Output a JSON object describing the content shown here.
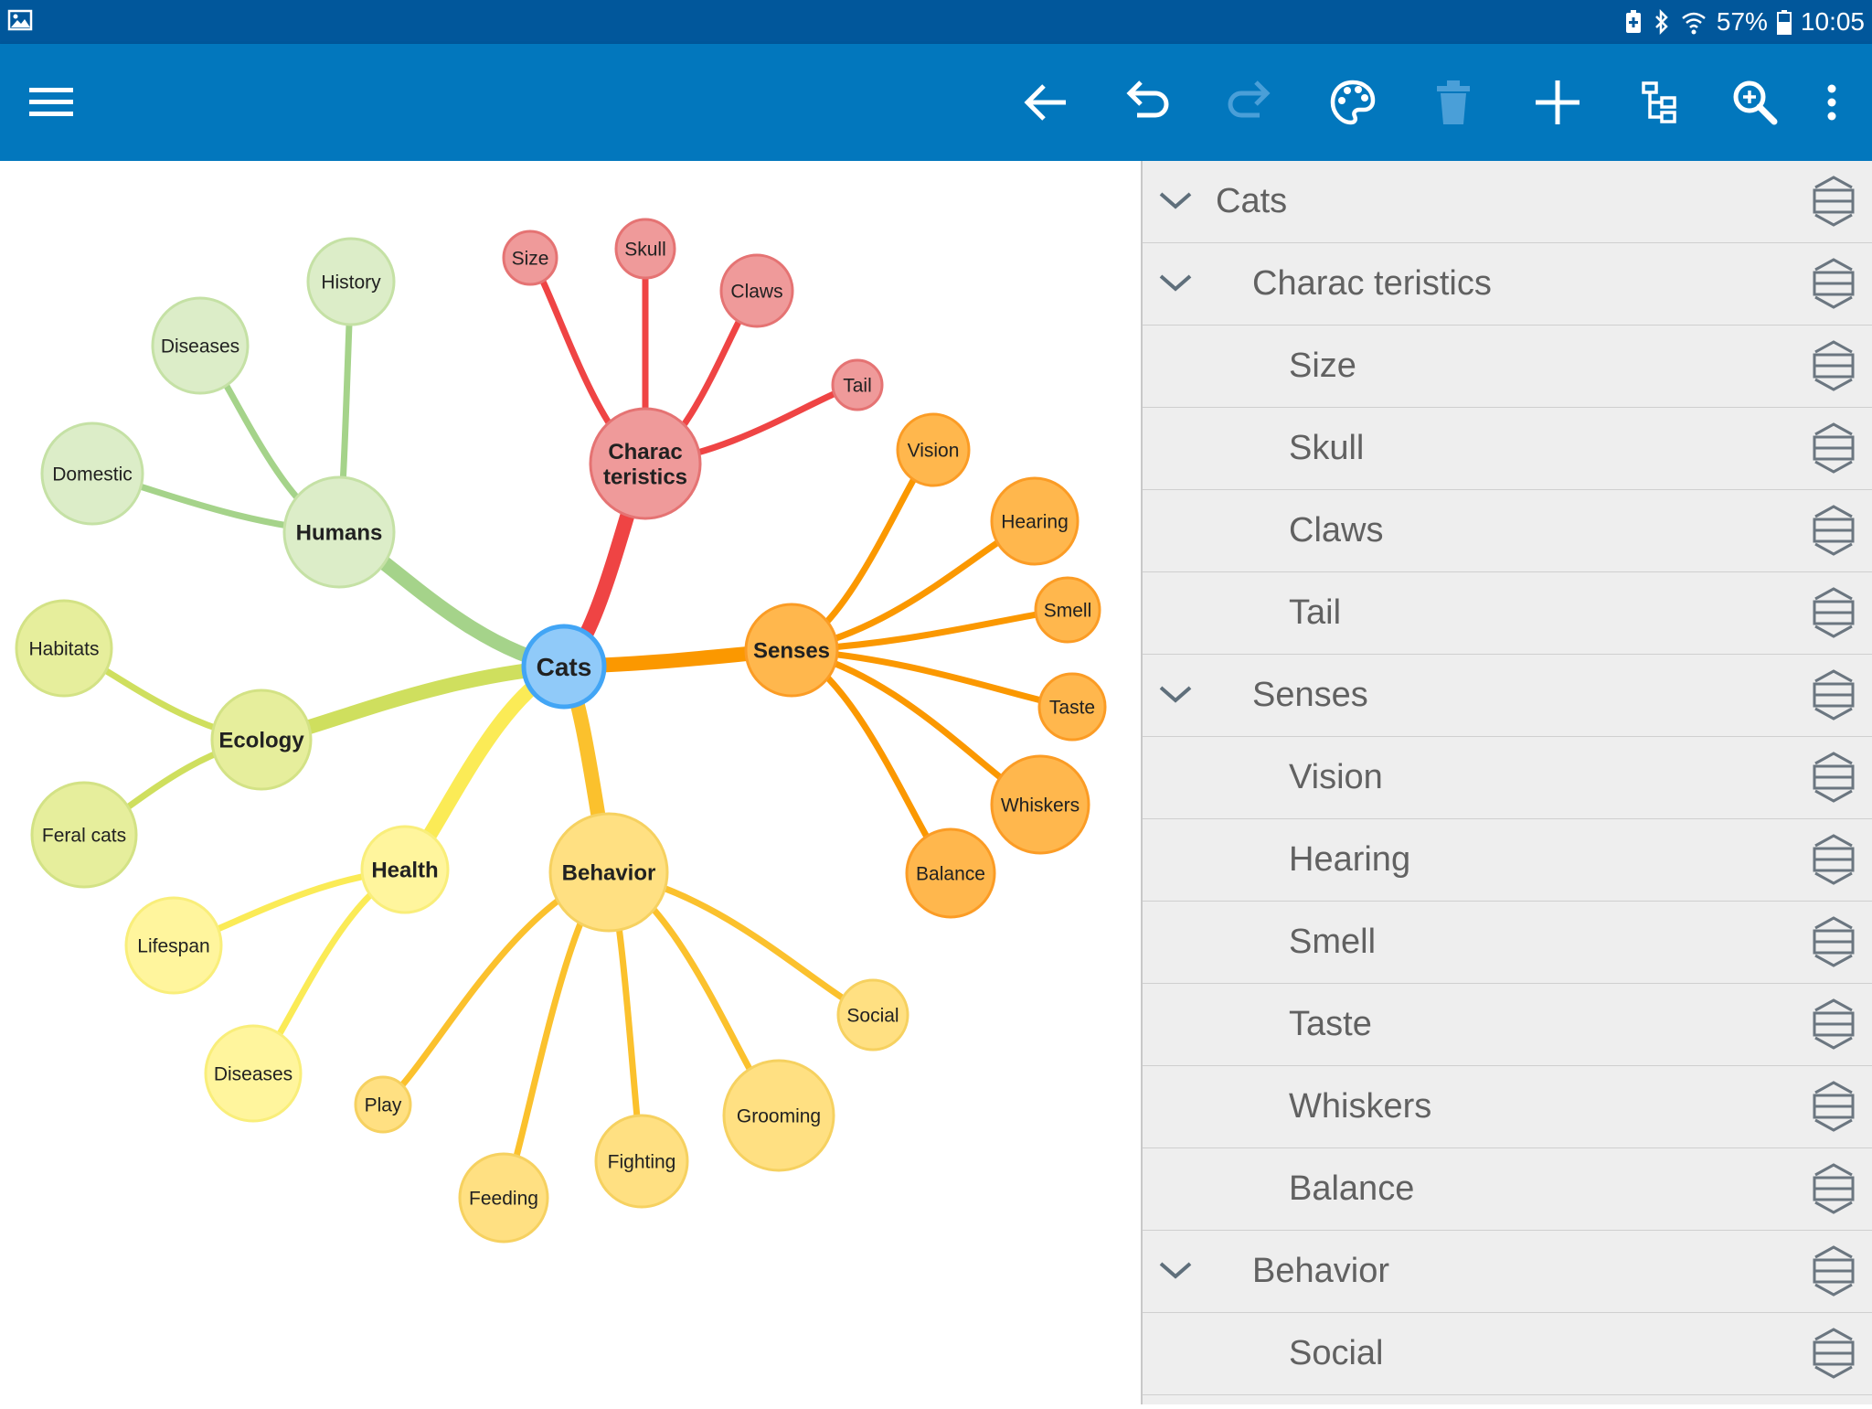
{
  "status_bar": {
    "battery_percent": "57%",
    "time": "10:05",
    "icons": [
      "gallery-icon",
      "battery-saver-icon",
      "bluetooth-icon",
      "wifi-icon",
      "battery-icon"
    ]
  },
  "toolbar": {
    "icons": [
      "menu-icon",
      "back-arrow-icon",
      "undo-icon",
      "redo-icon",
      "palette-icon",
      "trash-icon",
      "add-icon",
      "tree-view-icon",
      "zoom-icon",
      "more-vert-icon"
    ],
    "redo_enabled": false,
    "delete_enabled": false
  },
  "colors": {
    "status_bar": "#01579b",
    "toolbar": "#0277bd",
    "center": "#90caf9",
    "characteristics": "#ef9a9a",
    "senses": "#ffb74d",
    "behavior": "#ffe082",
    "health": "#fff59d",
    "ecology": "#e6ee9c",
    "humans": "#dcedc8"
  },
  "mindmap": {
    "center": "Cats",
    "branches": [
      {
        "label": "Charac teristics",
        "children": [
          "Size",
          "Skull",
          "Claws",
          "Tail"
        ]
      },
      {
        "label": "Senses",
        "children": [
          "Vision",
          "Hearing",
          "Smell",
          "Taste",
          "Whiskers",
          "Balance"
        ]
      },
      {
        "label": "Behavior",
        "children": [
          "Social",
          "Grooming",
          "Fighting",
          "Feeding",
          "Play"
        ]
      },
      {
        "label": "Health",
        "children": [
          "Lifespan",
          "Diseases"
        ]
      },
      {
        "label": "Ecology",
        "children": [
          "Habitats",
          "Feral cats"
        ]
      },
      {
        "label": "Humans",
        "children": [
          "Domestic",
          "Diseases",
          "History"
        ]
      }
    ]
  },
  "outline": {
    "rows": [
      {
        "label": "Cats",
        "level": 0,
        "expanded": true
      },
      {
        "label": "Charac teristics",
        "level": 1,
        "expanded": true
      },
      {
        "label": "Size",
        "level": 2
      },
      {
        "label": "Skull",
        "level": 2
      },
      {
        "label": "Claws",
        "level": 2
      },
      {
        "label": "Tail",
        "level": 2
      },
      {
        "label": "Senses",
        "level": 1,
        "expanded": true
      },
      {
        "label": "Vision",
        "level": 2
      },
      {
        "label": "Hearing",
        "level": 2
      },
      {
        "label": "Smell",
        "level": 2
      },
      {
        "label": "Taste",
        "level": 2
      },
      {
        "label": "Whiskers",
        "level": 2
      },
      {
        "label": "Balance",
        "level": 2
      },
      {
        "label": "Behavior",
        "level": 1,
        "expanded": true
      },
      {
        "label": "Social",
        "level": 2
      }
    ]
  }
}
